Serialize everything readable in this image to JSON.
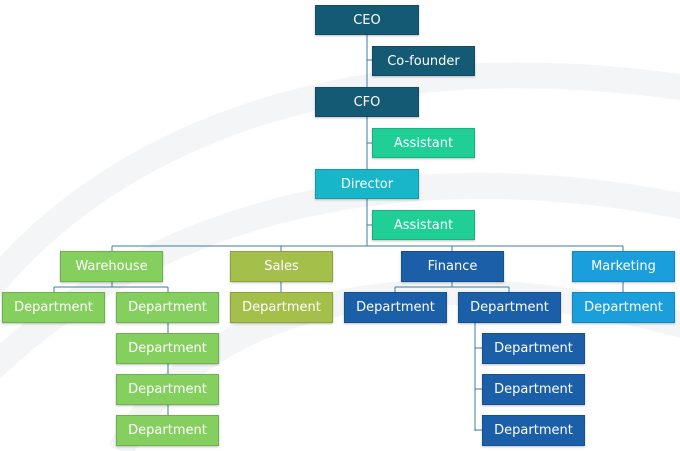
{
  "colors": {
    "navy": "#155a74",
    "teal_green": "#1fcf96",
    "cyan": "#17b7c9",
    "lime": "#85cf5f",
    "olive": "#a5bf4b",
    "blue": "#1a5fa8",
    "sky": "#1a9fdc",
    "line": "#3b7da1"
  },
  "nodes": {
    "ceo": {
      "label": "CEO",
      "color": "#155a74"
    },
    "cofounder": {
      "label": "Co-founder",
      "color": "#155a74"
    },
    "cfo": {
      "label": "CFO",
      "color": "#155a74"
    },
    "assistant1": {
      "label": "Assistant",
      "color": "#1fcf96"
    },
    "director": {
      "label": "Director",
      "color": "#17b7c9"
    },
    "assistant2": {
      "label": "Assistant",
      "color": "#1fcf96"
    },
    "warehouse": {
      "label": "Warehouse",
      "color": "#85cf5f"
    },
    "sales": {
      "label": "Sales",
      "color": "#a5bf4b"
    },
    "finance": {
      "label": "Finance",
      "color": "#1a5fa8"
    },
    "marketing": {
      "label": "Marketing",
      "color": "#1a9fdc"
    },
    "wh_dept_1": {
      "label": "Department",
      "color": "#85cf5f"
    },
    "wh_dept_2": {
      "label": "Department",
      "color": "#85cf5f"
    },
    "wh_dept_3": {
      "label": "Department",
      "color": "#85cf5f"
    },
    "wh_dept_4": {
      "label": "Department",
      "color": "#85cf5f"
    },
    "wh_dept_5": {
      "label": "Department",
      "color": "#85cf5f"
    },
    "sales_dept_1": {
      "label": "Department",
      "color": "#a5bf4b"
    },
    "fin_dept_1": {
      "label": "Department",
      "color": "#1a5fa8"
    },
    "fin_dept_2": {
      "label": "Department",
      "color": "#1a5fa8"
    },
    "fin_dept_3": {
      "label": "Department",
      "color": "#1a5fa8"
    },
    "fin_dept_4": {
      "label": "Department",
      "color": "#1a5fa8"
    },
    "fin_dept_5": {
      "label": "Department",
      "color": "#1a5fa8"
    },
    "mkt_dept_1": {
      "label": "Department",
      "color": "#1a9fdc"
    }
  }
}
